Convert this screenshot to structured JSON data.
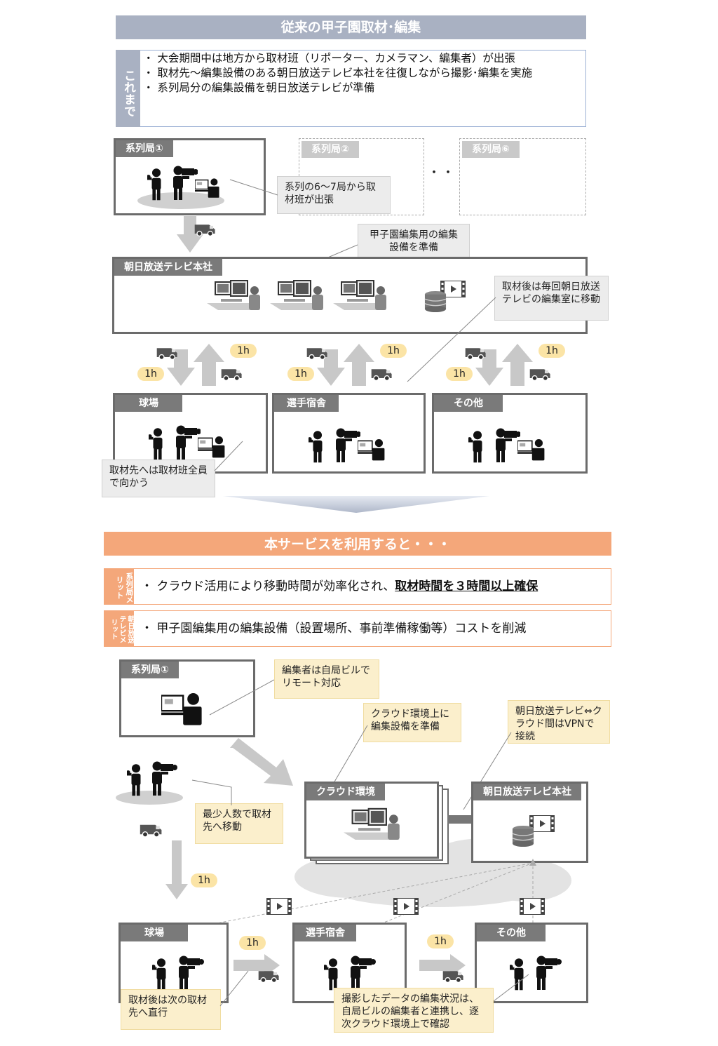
{
  "top": {
    "title": "従来の甲子園取材･編集",
    "side_label": "これまで",
    "bullets": [
      "・ 大会期間中は地方から取材班（リポーター、カメラマン、編集者）が出張",
      "・ 取材先～編集設備のある朝日放送テレビ本社を往復しながら撮影･編集を実施",
      "・ 系列局分の編集設備を朝日放送テレビが準備"
    ],
    "station1": "系列局①",
    "station2": "系列局②",
    "station6": "系列局⑥",
    "ellipsis": "・・・",
    "callout_dispatch": "系列の6～7局から取材班が出張",
    "callout_equipment": "甲子園編集用の編集設備を準備",
    "hq": "朝日放送テレビ本社",
    "callout_move": "取材後は毎回朝日放送テレビの編集室に移動",
    "travel": "1h",
    "locations": [
      "球場",
      "選手宿舎",
      "その他"
    ],
    "callout_all": "取材先へは取材班全員で向かう"
  },
  "bottom": {
    "title": "本サービスを利用すると・・・",
    "merit1_tag": "系列局メリット",
    "merit1_text": "・ クラウド活用により移動時間が効率化され、",
    "merit1_bold": "取材時間を３時間以上確保",
    "merit2_tag": "朝日放送テレビメリット",
    "merit2_text": "・ 甲子園編集用の編集設備（設置場所、事前準備稼働等）コストを削減",
    "station1": "系列局①",
    "callout_remote": "編集者は自局ビルでリモート対応",
    "callout_cloud": "クラウド環境上に編集設備を準備",
    "callout_vpn": "朝日放送テレビ⇔クラウド間はVPNで接続",
    "callout_min": "最少人数で取材先へ移動",
    "cloud": "クラウド環境",
    "hq": "朝日放送テレビ本社",
    "travel": "1h",
    "locations": [
      "球場",
      "選手宿舎",
      "その他"
    ],
    "callout_next": "取材後は次の取材先へ直行",
    "callout_shared": "撮影したデータの編集状況は、自局ビルの編集者と連携し、逐次クラウド環境上で確認"
  }
}
